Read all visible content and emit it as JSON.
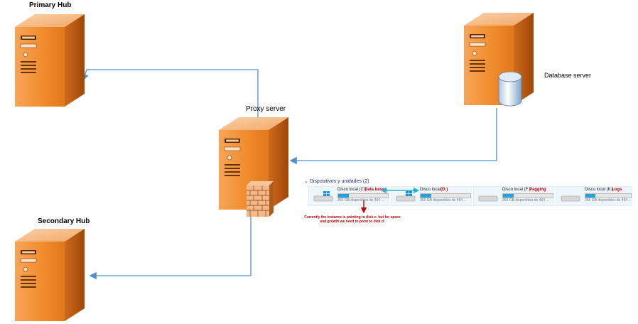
{
  "labels": {
    "primary_hub": "Primary Hub",
    "secondary_hub": "Secondary Hub",
    "proxy_server": "Proxy server",
    "database_server": "Database server"
  },
  "devices_panel": {
    "header": "Dispositivos y unidades (2)",
    "drives": [
      {
        "name": "Disco local (C:)",
        "note": "Data bases",
        "free": "365 GB disponibles de 464 ...",
        "used": 0.22
      },
      {
        "name": "Disco local",
        "note": "(D:)",
        "free": "365 GB disponibles de 464 ...",
        "used": 0.22
      },
      {
        "name": "Disco local (F:)",
        "note": "Pagging",
        "free": "365 GB disponibles de 464 ...",
        "used": 0.22
      },
      {
        "name": "Disco local (K:)",
        "note": "Logs",
        "free": "365 GB disponibles de 464 ...",
        "used": 0.22
      }
    ],
    "warning": "Currently the instance is pointing to disk c: but for space and growth we need to point to disk d:"
  },
  "colors": {
    "server_front": "#f08a2a",
    "server_side": "#c25a10",
    "server_top": "#f6b07a",
    "connector": "#4f8fd0",
    "warning": "#c00000",
    "drive_bar": "#26a0da"
  },
  "icons": {
    "server": "tower-server-icon",
    "database": "database-cylinder-icon",
    "firewall": "firewall-icon",
    "drive": "hard-drive-icon"
  }
}
